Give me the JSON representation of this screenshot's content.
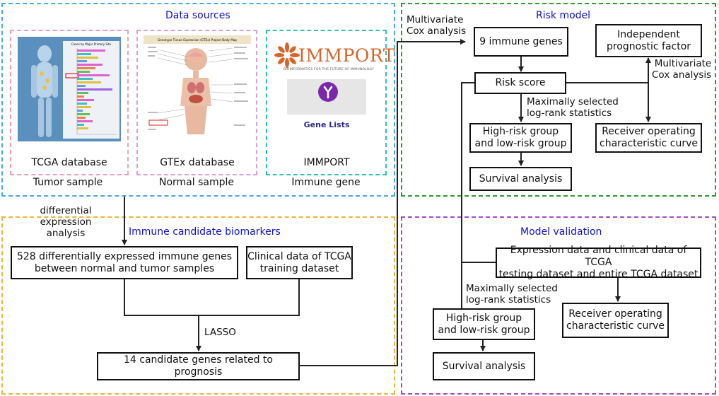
{
  "panels": {
    "data_sources": "Data sources",
    "risk_model": "Risk model",
    "immune_candidates": "Immune candidate biomarkers",
    "model_validation": "Model validation"
  },
  "sources": [
    {
      "name": "TCGA database",
      "sample": "Tumor sample",
      "fig_title": "Cases by Major Primary Site"
    },
    {
      "name": "GTEx database",
      "sample": "Normal sample",
      "fig_title": "Genotype Tissue Expression (GTEx) Project Body Map"
    },
    {
      "name": "IMMPORT",
      "sample": "Immune gene",
      "logo": "IMMPORT",
      "tagline": "BIOINFORMATICS FOR THE FUTURE OF IMMUNOLOGY",
      "card": "Gene Lists"
    }
  ],
  "labels": {
    "differential": "differential expression\nanalysis",
    "lasso": "LASSO",
    "multivariate_left": "Multivariate\nCox analysis",
    "multivariate_right": "Multivariate\nCox analysis",
    "maxstat_top": "Maximally selected\nlog-rank statistics",
    "maxstat_bottom": "Maximally selected\nlog-rank statistics"
  },
  "boxes": {
    "nine_genes": "9 immune genes",
    "risk_score": "Risk score",
    "independent": "Independent\nprognostic factor",
    "high_low_top": "High-risk group\nand low-risk group",
    "roc_top": "Receiver operating\ncharacteristic curve",
    "survival_top": "Survival analysis",
    "deg": "528 differentially expressed immune genes\nbetween normal and tumor samples",
    "clinical_train": "Clinical data of TCGA\ntraining dataset",
    "candidates": "14 candidate genes related to prognosis",
    "expression_test": "Expression data and clinical data of TCGA\ntesting dataset and entire TCGA dataset",
    "high_low_bottom": "High-risk group\nand low-risk group",
    "roc_bottom": "Receiver operating\ncharacteristic curve",
    "survival_bottom": "Survival analysis"
  },
  "colors": {
    "data_sources": "#4aa8e8",
    "risk_model": "#2e9a2e",
    "immune_candidates": "#f0b43a",
    "model_validation": "#a64bc8",
    "tcga_frame": "#e8a0b8",
    "gtex_frame": "#d8a0e0",
    "immport_frame": "#2ec0c0"
  }
}
